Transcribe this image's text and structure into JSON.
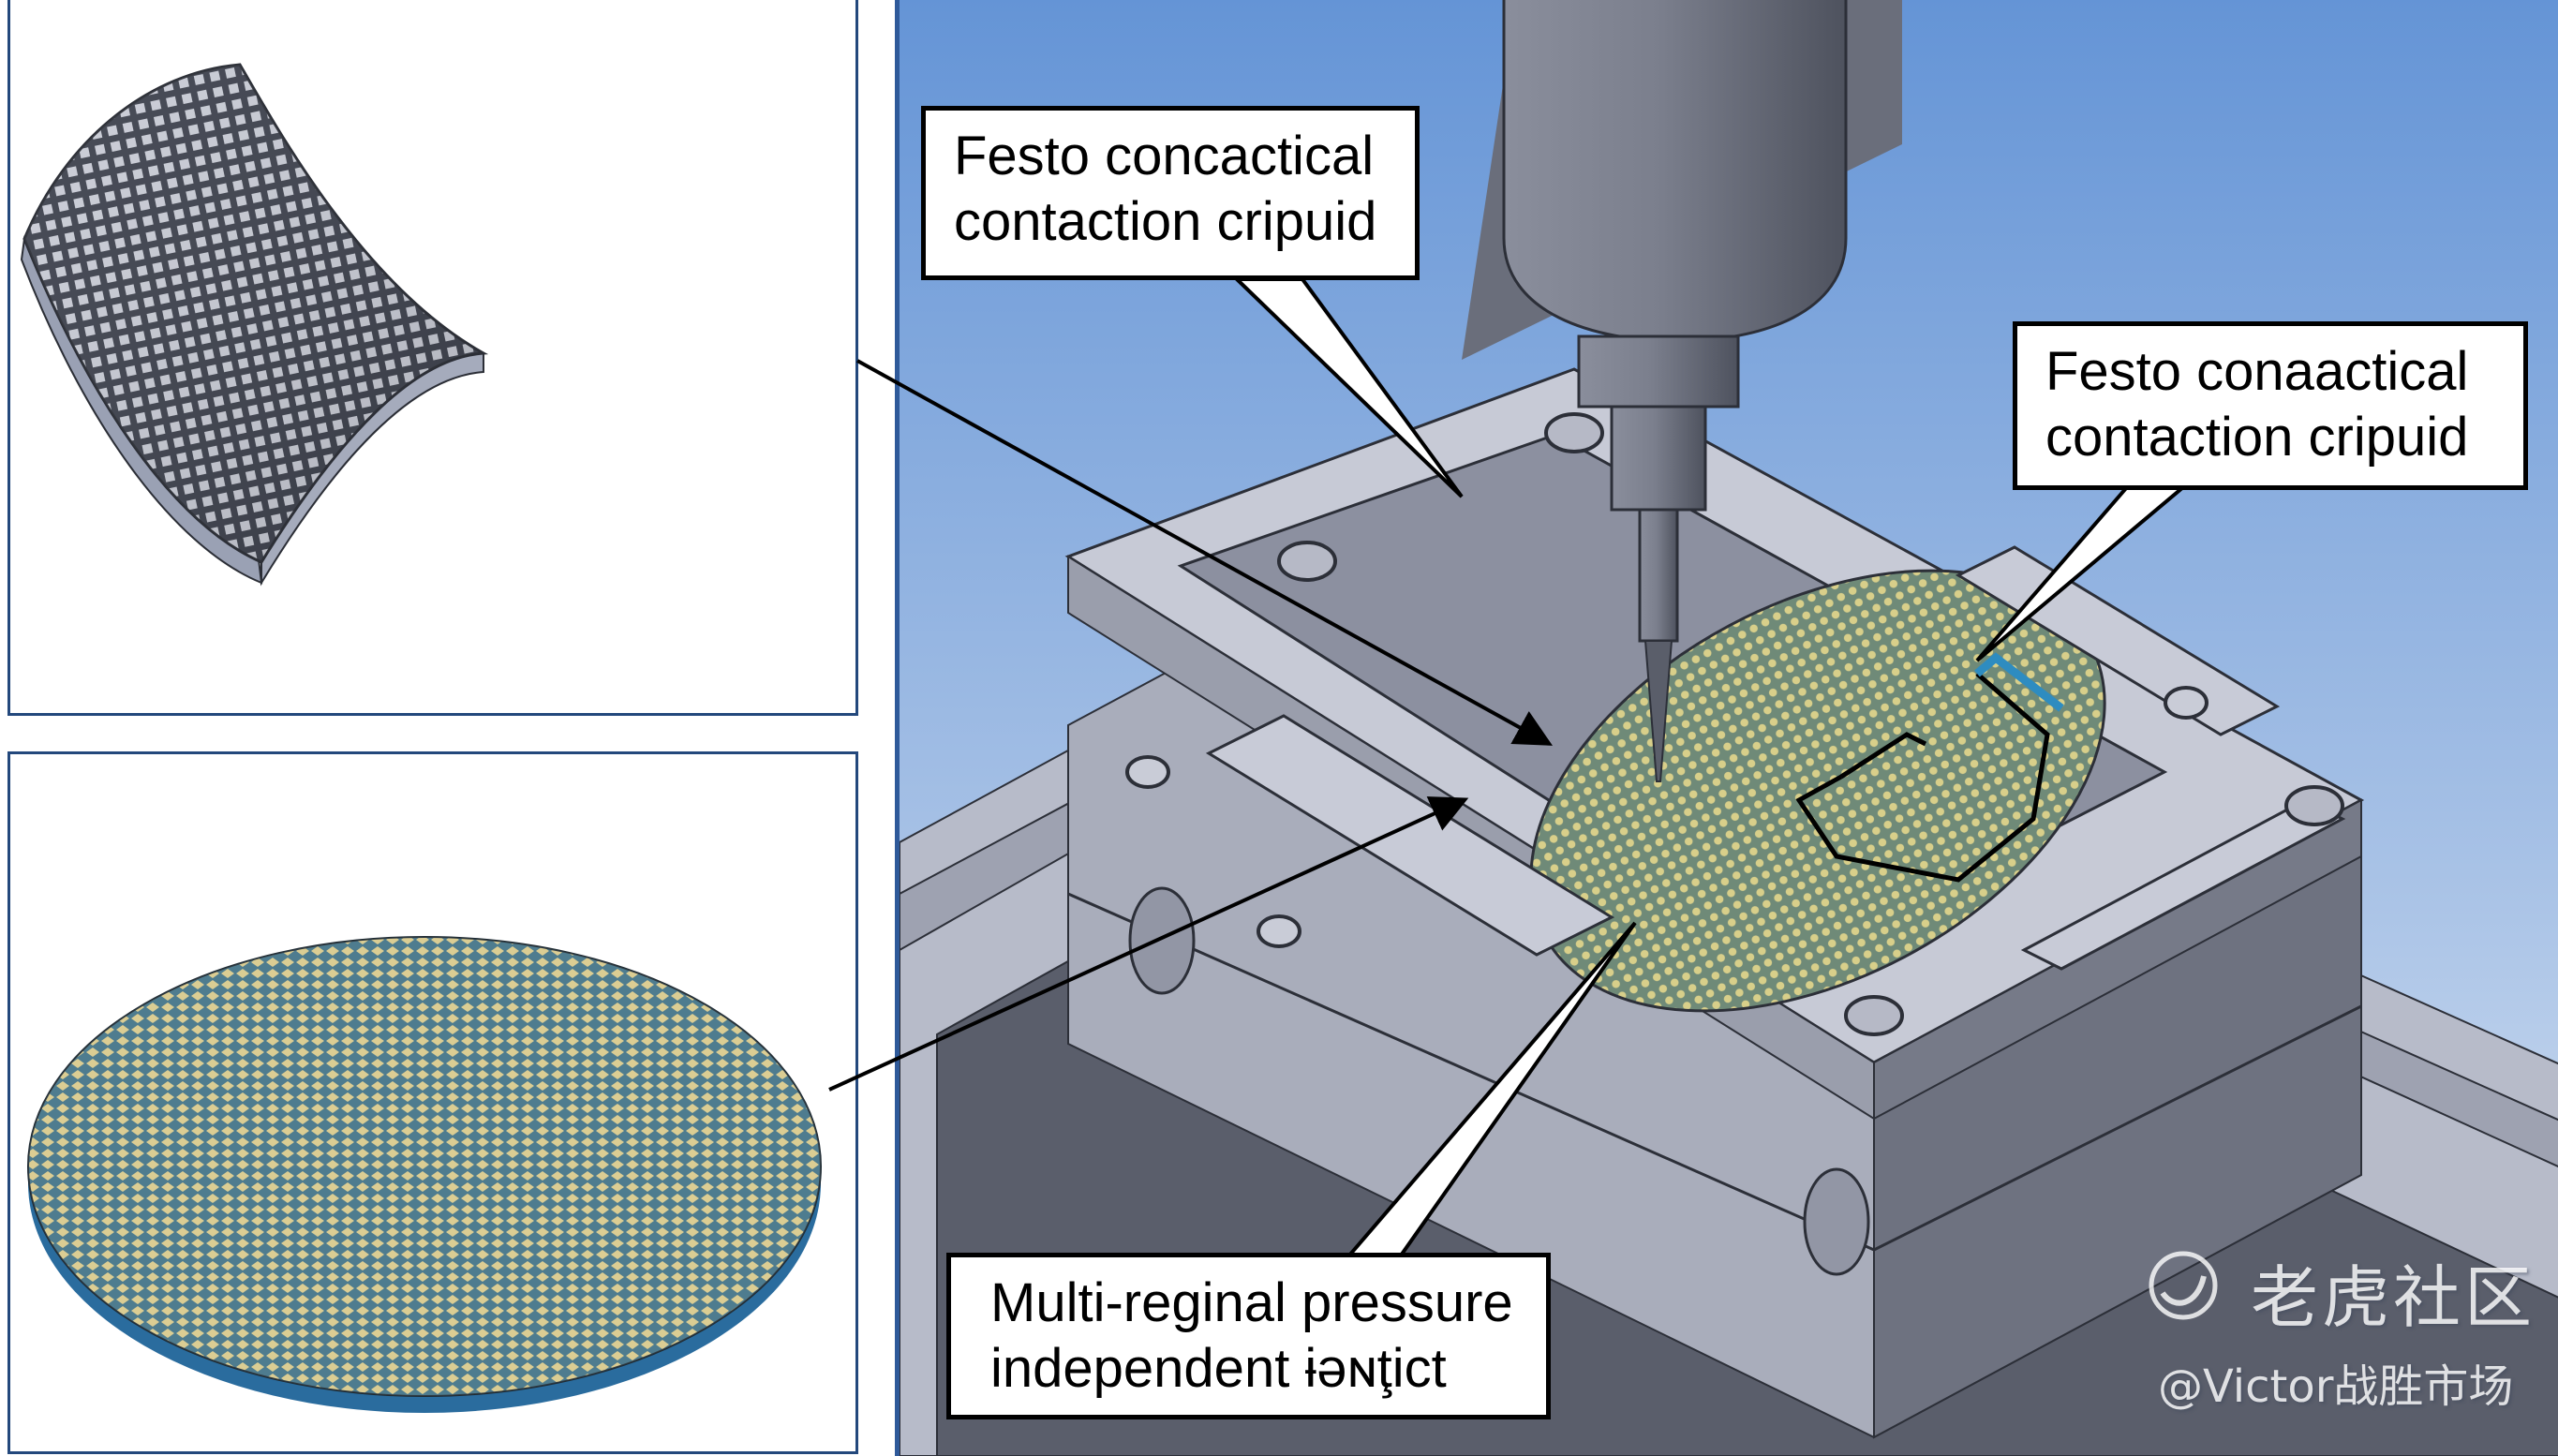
{
  "figure": {
    "title": "Wafer/flexible substrate probing fixture schematic",
    "panels": [
      {
        "id": "curved-mesh-sheet",
        "description": "Curved flexible sheet with square grid of cells (gray)"
      },
      {
        "id": "flat-wafer-disc",
        "description": "Flat circular wafer with diamond mesh pattern (yellow-green on blue)"
      },
      {
        "id": "fixture-assembly",
        "description": "Isometric CAD view of probe spindle above wafer fixture"
      }
    ],
    "colors": {
      "panel_border": "#23487c",
      "sky_top": "#6a97d6",
      "sky_bottom": "#cfddf0",
      "metal_light": "#c4c7d4",
      "metal_mid": "#9a9eae",
      "metal_dark": "#676b7a",
      "wafer_gold": "#d9c97a",
      "wafer_blue": "#2e78a8",
      "mesh_dark": "#3d414d"
    }
  },
  "callouts": [
    {
      "id": "callout-top-left",
      "lines": [
        "Festo concactical",
        "contaction cripuid"
      ]
    },
    {
      "id": "callout-top-right",
      "lines": [
        "Festo conaactical",
        "contaction cripuid"
      ]
    },
    {
      "id": "callout-bottom",
      "lines": [
        "Multi-reginal pressure",
        "independent ɨəɴţict"
      ]
    }
  ],
  "watermark": {
    "brand": "老虎社区",
    "handle": "@Victor战胜市场"
  }
}
